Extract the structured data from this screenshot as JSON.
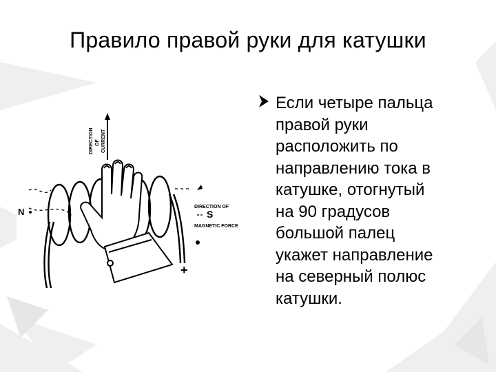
{
  "slide": {
    "title": "Правило правой руки для катушки",
    "body": "Если четыре пальца\nправой руки\nрасположить по\nнаправлению тока в\nкатушке, отогнутый\nна 90 градусов\nбольшой палец\nукажет направление\nна северный полюс\nкатушки."
  },
  "illustration": {
    "current_label_line1": "DIRECTION",
    "current_label_line2": "OF",
    "current_label_line3": "CURRENT",
    "pole_n": "N",
    "pole_s": "S",
    "force_label_line1": "DIRECTION OF",
    "force_label_line2": "MAGNETIC FORCE",
    "plus_sign": "+"
  },
  "colors": {
    "background": "#ffffff",
    "pattern": "#eeeeee",
    "text": "#000000"
  }
}
